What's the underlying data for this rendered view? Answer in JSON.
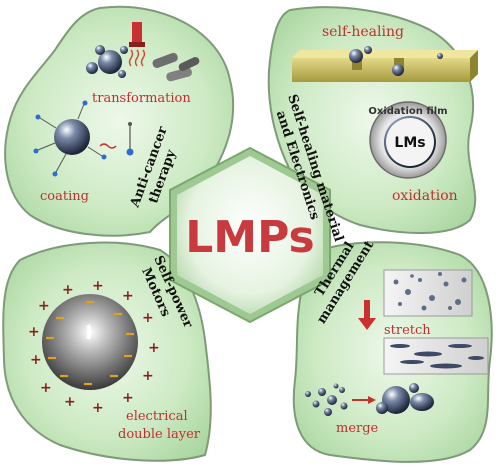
{
  "center": {
    "label": "LMPs"
  },
  "quadrants": {
    "top_left": {
      "title_lines": [
        "Anti-cancer",
        "therapy"
      ],
      "labels": {
        "transformation": "transformation",
        "coating": "coating"
      }
    },
    "top_right": {
      "title_lines": [
        "Self-healing material",
        "and Electronics"
      ],
      "labels": {
        "self_healing": "self-healing",
        "oxidation": "oxidation",
        "oxidation_film": "Oxidation film",
        "core": "LMs"
      }
    },
    "bottom_left": {
      "title_lines": [
        "Self-power",
        "Motors"
      ],
      "labels": {
        "edl_line1": "electrical",
        "edl_line2": "double layer"
      }
    },
    "bottom_right": {
      "title_lines": [
        "Thermal",
        "management"
      ],
      "labels": {
        "stretch": "stretch",
        "merge": "merge"
      }
    }
  },
  "colors": {
    "leaf_fill": "#bfe3b6",
    "leaf_stroke": "#7f9a79",
    "center_fill": "#c93a3f",
    "label_red": "#c03030",
    "title_black": "#111111"
  }
}
